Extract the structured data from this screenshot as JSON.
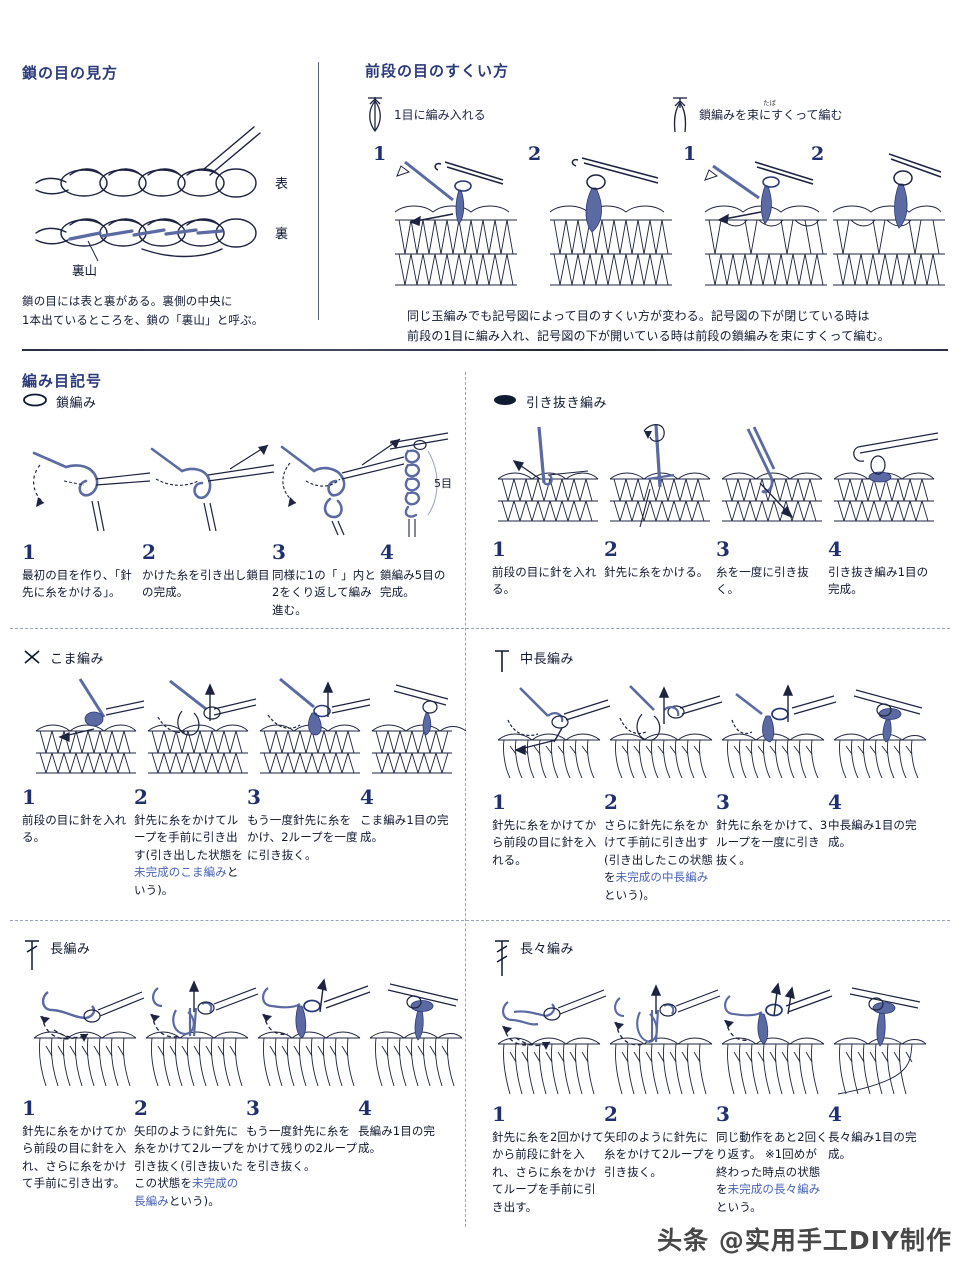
{
  "colors": {
    "heading_blue": "#2b3a7a",
    "yarn_blue": "#5b6aa3",
    "highlight_blue": "#4a63b4",
    "ink": "#101830",
    "paper": "#ffffff"
  },
  "top_left": {
    "title": "鎖の目の見方",
    "label_front": "表",
    "label_back": "裏",
    "label_bump": "裏山",
    "caption_line1": "鎖の目には表と裏がある。裏側の中央に",
    "caption_line2": "1本出ているところを、鎖の「裏山」と呼ぶ。"
  },
  "top_right": {
    "title": "前段の目のすくい方",
    "legend": [
      {
        "icon": "closed-bobble-symbol",
        "label": "1目に編み入れる"
      },
      {
        "icon": "open-bobble-symbol",
        "label": "鎖編みを束にすくって編む",
        "furigana": "たば"
      }
    ],
    "steps_a": [
      "1",
      "2"
    ],
    "steps_b": [
      "1",
      "2"
    ],
    "caption_line1": "同じ玉編みでも記号図によって目のすくい方が変わる。記号図の下が閉じている時は",
    "caption_line2": "前段の1目に編み入れ、記号図の下が開いている時は前段の鎖編みを束にすくって編む。"
  },
  "symbols_section": {
    "title": "編み目記号"
  },
  "stitches": [
    {
      "id": "chain",
      "symbol": "oval-symbol",
      "name": "鎖編み",
      "annotation": "5目",
      "steps": [
        {
          "num": "1",
          "text": "最初の目を作り、「針先に糸をかける」。"
        },
        {
          "num": "2",
          "text": "かけた糸を引き出し鎖目の完成。"
        },
        {
          "num": "3",
          "text": "同様に1の「 」内と2をくり返して編み進む。"
        },
        {
          "num": "4",
          "text": "鎖編み5目の完成。"
        }
      ]
    },
    {
      "id": "slip",
      "symbol": "filled-oval-symbol",
      "name": "引き抜き編み",
      "steps": [
        {
          "num": "1",
          "text": "前段の目に針を入れる。"
        },
        {
          "num": "2",
          "text": "針先に糸をかける。"
        },
        {
          "num": "3",
          "text": "糸を一度に引き抜く。"
        },
        {
          "num": "4",
          "text": "引き抜き編み1目の完成。"
        }
      ]
    },
    {
      "id": "single",
      "symbol": "x-symbol",
      "name": "こま編み",
      "steps": [
        {
          "num": "1",
          "text": "前段の目に針を入れる。"
        },
        {
          "num": "2",
          "text_pre": "針先に糸をかけてループを手前に引き出す(引き出した状態を",
          "highlight": "未完成のこま編み",
          "text_post": "という)。"
        },
        {
          "num": "3",
          "text": "もう一度針先に糸をかけ、2ループを一度に引き抜く。"
        },
        {
          "num": "4",
          "text": "こま編み1目の完成。"
        }
      ]
    },
    {
      "id": "half-double",
      "symbol": "t-symbol",
      "name": "中長編み",
      "steps": [
        {
          "num": "1",
          "text": "針先に糸をかけてから前段の目に針を入れる。"
        },
        {
          "num": "2",
          "text_pre": "さらに針先に糸をかけて手前に引き出す(引き出したこの状態を",
          "highlight": "未完成の中長編み",
          "text_post": "という)。"
        },
        {
          "num": "3",
          "text": "針先に糸をかけて、3ループを一度に引き抜く。"
        },
        {
          "num": "4",
          "text": "中長編み1目の完成。"
        }
      ]
    },
    {
      "id": "double",
      "symbol": "t-slash1-symbol",
      "name": "長編み",
      "steps": [
        {
          "num": "1",
          "text": "針先に糸をかけてから前段の目に針を入れ、さらに糸をかけて手前に引き出す。"
        },
        {
          "num": "2",
          "text_pre": "矢印のように針先に糸をかけて2ループを引き抜く(引き抜いたこの状態を",
          "highlight": "未完成の長編み",
          "text_post": "という)。"
        },
        {
          "num": "3",
          "text": "もう一度針先に糸をかけて残りの2ループを引き抜く。"
        },
        {
          "num": "4",
          "text": "長編み1目の完成。"
        }
      ]
    },
    {
      "id": "treble",
      "symbol": "t-slash2-symbol",
      "name": "長々編み",
      "steps": [
        {
          "num": "1",
          "text": "針先に糸を2回かけてから前段に針を入れ、さらに糸をかけてループを手前に引き出す。"
        },
        {
          "num": "2",
          "text": "矢印のように針先に糸をかけて2ループを引き抜く。"
        },
        {
          "num": "3",
          "text_pre": "同じ動作をあと2回くり返す。 ※1回めが終わった時点の状態を",
          "highlight": "未完成の長々編み",
          "text_post": "という。"
        },
        {
          "num": "4",
          "text": "長々編み1目の完成。"
        }
      ]
    }
  ],
  "watermark": "头条 @实用手工DIY制作"
}
